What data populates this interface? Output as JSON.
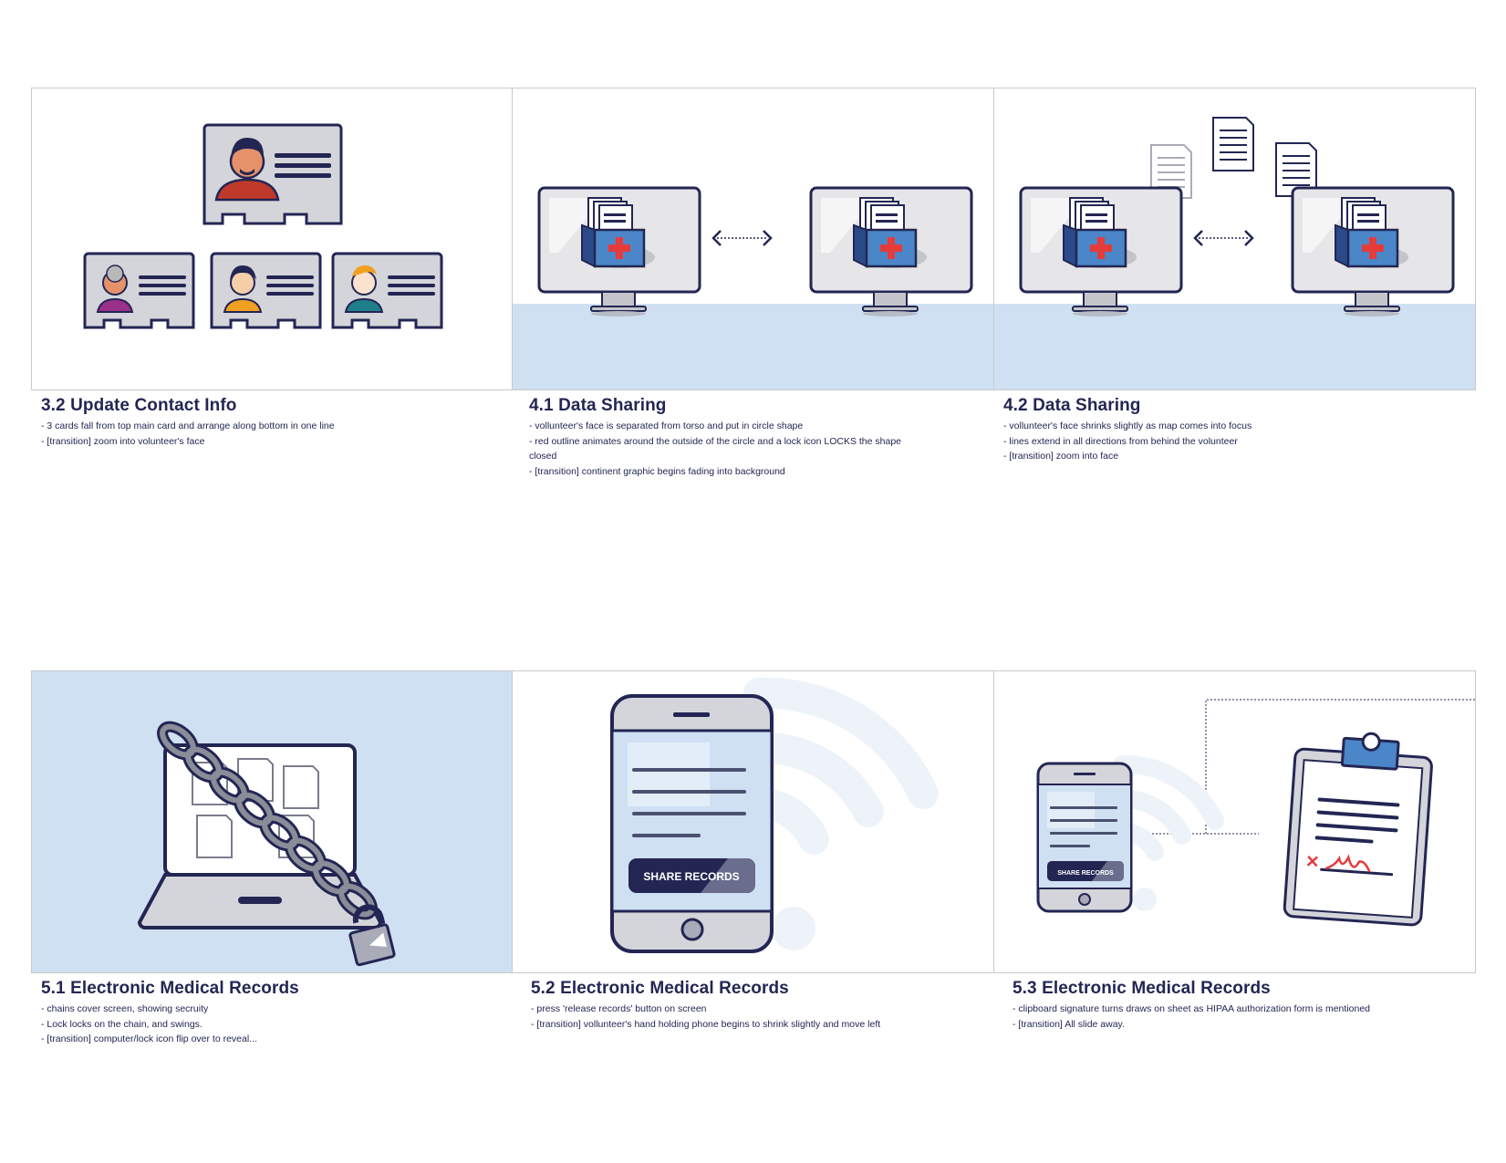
{
  "panels": [
    {
      "title": "3.2 Update Contact Info",
      "notes": [
        "- 3 cards fall from top main card and arrange along bottom in one line",
        "- [transition] zoom into volunteer's face"
      ]
    },
    {
      "title": "4.1 Data Sharing",
      "notes": [
        "- vollunteer's face is separated from torso and put in circle shape",
        "- red outline animates around the outside of the circle and a lock icon LOCKS the shape closed",
        "- [transition] continent graphic begins fading into background"
      ]
    },
    {
      "title": "4.2 Data Sharing",
      "notes": [
        "- vollunteer's face shrinks slightly as map comes into focus",
        "- lines extend in all directions from behind the volunteer",
        "- [transition] zoom into face"
      ]
    },
    {
      "title": "5.1 Electronic Medical Records",
      "notes": [
        "- chains cover screen, showing secruity",
        "- Lock locks on the chain, and swings.",
        "- [transition] computer/lock icon flip over to reveal..."
      ]
    },
    {
      "title": "5.2 Electronic Medical Records",
      "notes": [
        "- press 'release records' button on screen",
        "- [transition] vollunteer's hand holding phone begins to shrink slightly and move left"
      ]
    },
    {
      "title": "5.3 Electronic Medical Records",
      "notes": [
        "- clipboard signature turns draws on sheet as HIPAA authorization form is mentioned",
        "- [transition] All slide away."
      ]
    }
  ],
  "share_button_label": "SHARE RECORDS",
  "share_button_label_small": "SHARE RECORDS",
  "icons": [
    "id-card-icon",
    "computer-icon",
    "medical-records-icon",
    "document-icon",
    "laptop-icon",
    "chain-icon",
    "padlock-icon",
    "smartphone-icon",
    "wifi-icon",
    "clipboard-icon"
  ],
  "colors": {
    "navy": "#232653",
    "light_blue": "#cfe0f3",
    "card_gray": "#d4d5da",
    "red_cross": "#e63b3b",
    "folder_blue": "#4a86c8"
  }
}
